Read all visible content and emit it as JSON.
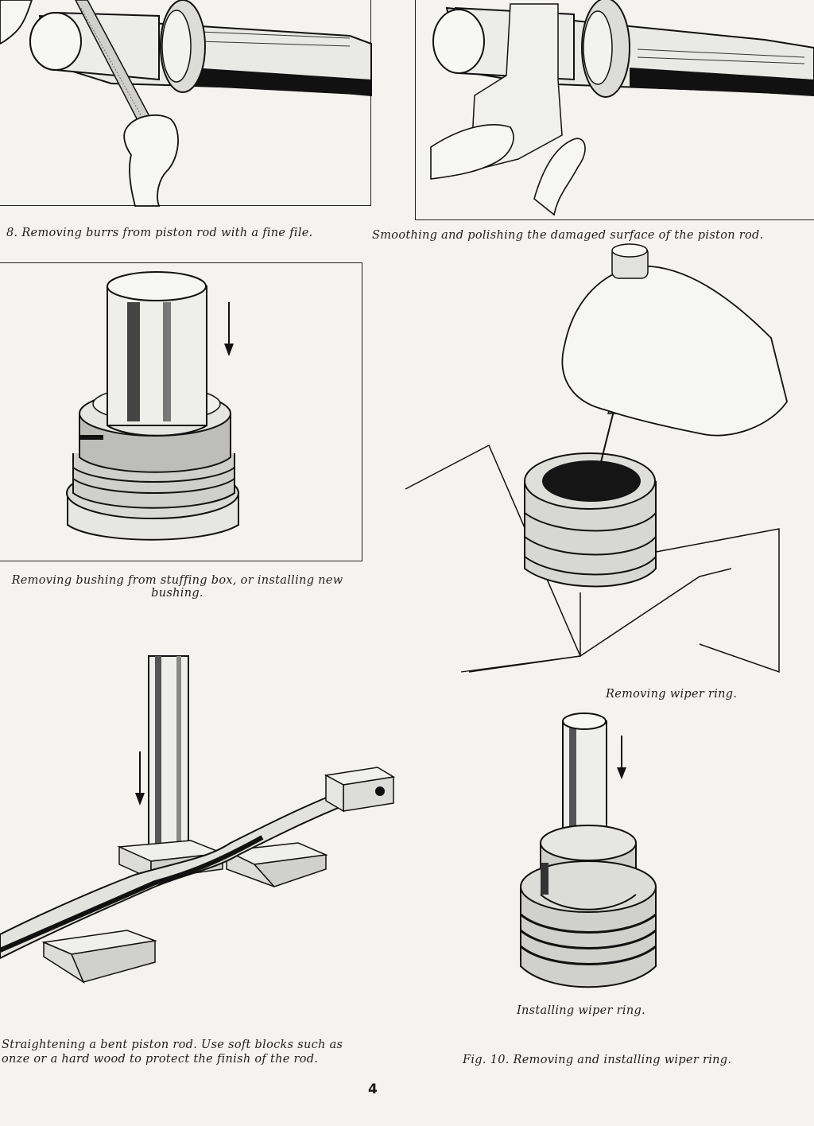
{
  "captions": {
    "file": "8. Removing burrs from piston rod with a fine file.",
    "polish": "Smoothing and polishing the damaged surface of the piston rod.",
    "bushing": "Removing bushing from stuffing box, or installing new bushing.",
    "wiper_remove": "Removing wiper ring.",
    "wiper_install": "Installing wiper ring.",
    "straighten": "Straightening a bent piston rod. Use soft blocks such as onze or a hard wood to protect the finish of the rod.",
    "fig10": "Fig. 10. Removing and installing wiper ring."
  },
  "page_number": "4"
}
